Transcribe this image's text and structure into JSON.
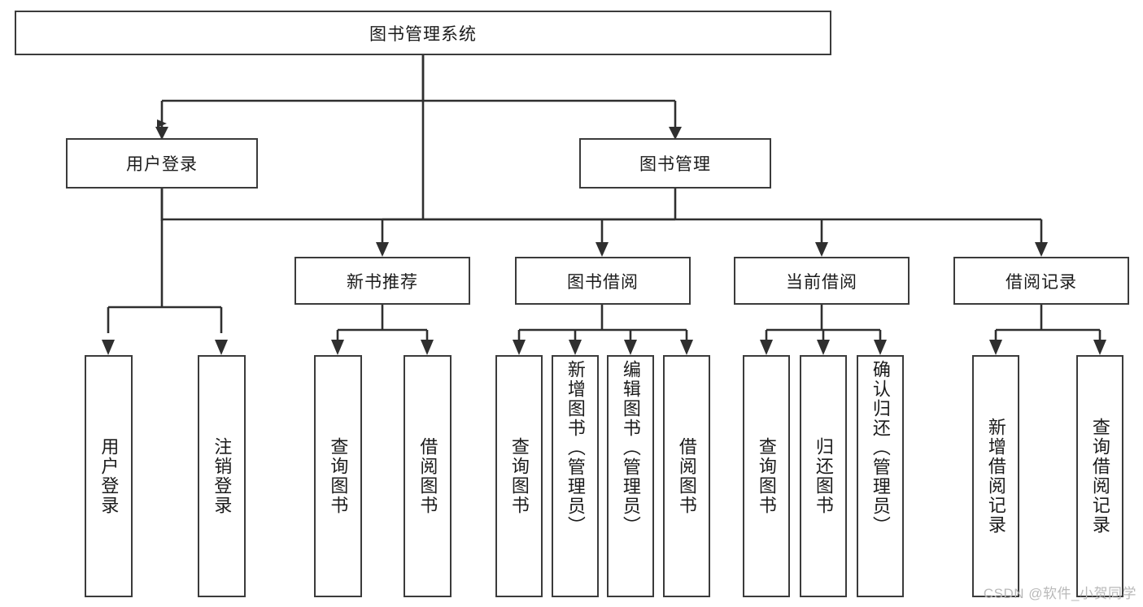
{
  "diagram": {
    "title": "图书管理系统",
    "type": "tree-hierarchy-diagram",
    "colors": {
      "box_border": "#3b3b3b",
      "box_fill": "#ffffff",
      "edge": "#2f2f2f",
      "text": "#1b1b1b",
      "watermark": "#b9b9b9"
    },
    "root": {
      "label": "图书管理系统"
    },
    "level2": [
      {
        "label": "用户登录"
      },
      {
        "label": "图书管理"
      }
    ],
    "level3": [
      {
        "label": "新书推荐"
      },
      {
        "label": "图书借阅"
      },
      {
        "label": "当前借阅"
      },
      {
        "label": "借阅记录"
      }
    ],
    "leaves": {
      "user_login": [
        {
          "label": "用户登录"
        },
        {
          "label": "注销登录"
        }
      ],
      "new_book_recommend": [
        {
          "label": "查询图书"
        },
        {
          "label": "借阅图书"
        }
      ],
      "book_borrow": [
        {
          "label": "查询图书"
        },
        {
          "label": "新增图书（管理员）"
        },
        {
          "label": "编辑图书（管理员）"
        },
        {
          "label": "借阅图书"
        }
      ],
      "current_borrow": [
        {
          "label": "查询图书"
        },
        {
          "label": "归还图书"
        },
        {
          "label": "确认归还（管理员）"
        }
      ],
      "borrow_record": [
        {
          "label": "新增借阅记录"
        },
        {
          "label": "查询借阅记录"
        }
      ]
    }
  },
  "watermark": {
    "text": "CSDN @软件_小贺同学"
  }
}
